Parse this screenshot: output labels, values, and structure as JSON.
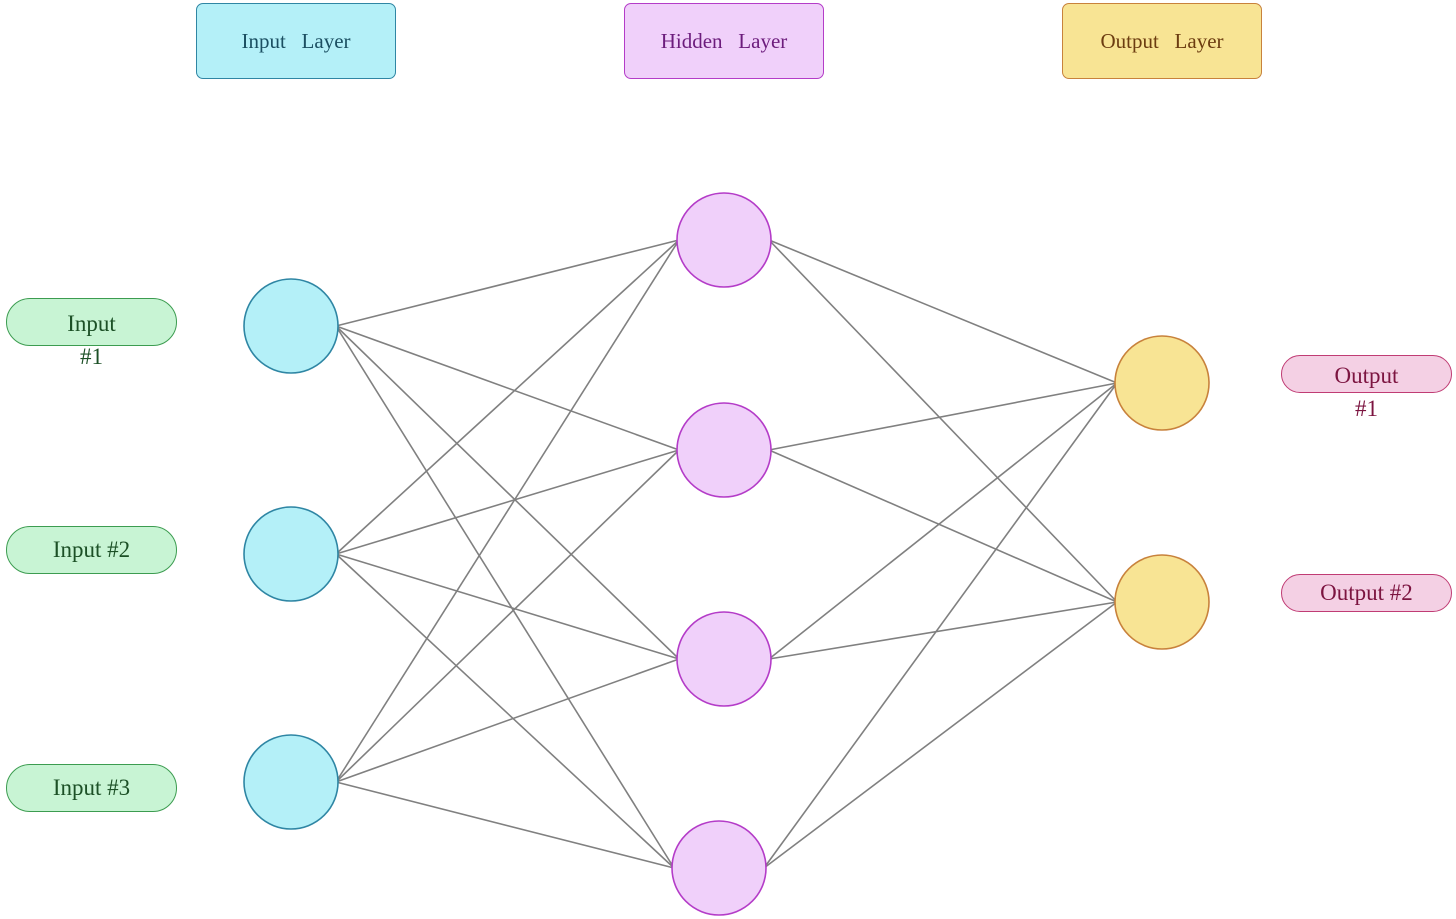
{
  "headers": {
    "input": "Input   Layer",
    "hidden": "Hidden   Layer",
    "output": "Output   Layer"
  },
  "inputs": [
    "Input\n#1",
    "Input   #2",
    "Input   #3"
  ],
  "outputs": [
    "Output\n#1",
    "Output    #2"
  ],
  "colors": {
    "input_fill": "#b4f0f8",
    "input_stroke": "#2f86a4",
    "hidden_fill": "#f0d0fa",
    "hidden_stroke": "#b43cc8",
    "output_fill": "#f8e494",
    "output_stroke": "#c8823c",
    "edge": "#808080"
  },
  "network": {
    "input_nodes": 3,
    "hidden_nodes": 4,
    "output_nodes": 2,
    "fully_connected": true
  }
}
